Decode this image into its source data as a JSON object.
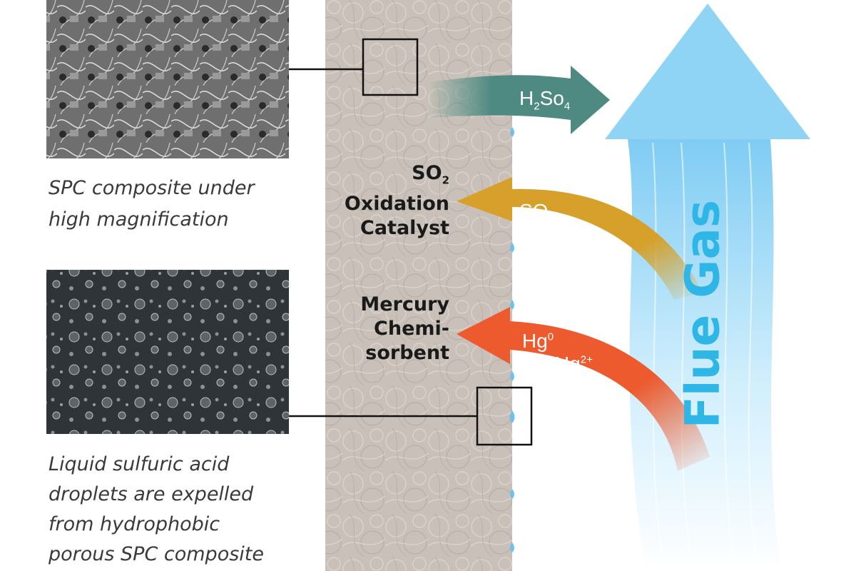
{
  "captions": {
    "top_line1": "SPC composite under",
    "top_line2": "high magnification",
    "bottom_line1": "Liquid sulfuric acid",
    "bottom_line2": "droplets are expelled",
    "bottom_line3": "from hydrophobic",
    "bottom_line4": "porous SPC composite"
  },
  "labels": {
    "so2_line1_main": "SO",
    "so2_line1_sub": "2",
    "oxidation": "Oxidation",
    "catalyst": "Catalyst",
    "mercury": "Mercury",
    "chemi": "Chemi-",
    "sorbent": "sorbent"
  },
  "arrows": {
    "h2so4": {
      "p1": "H",
      "s1": "2",
      "p2": "So",
      "s2": "4"
    },
    "so2": {
      "p1": "SO",
      "s1": "2"
    },
    "hg": {
      "a": "Hg",
      "a_sup": "0",
      "b": "Hg",
      "b_sup": "2+"
    }
  },
  "flue_gas": "Flue Gas",
  "colors": {
    "h2so4_arrow": "#4e8a82",
    "so2_arrow": "#d4a02c",
    "hg_arrow": "#ec5a2e",
    "flue_arrow": "#8fd3f5",
    "flue_text": "#2db6e6",
    "membrane": "#c8c0b8"
  },
  "icons": {
    "sem_image": "fibrous-micrograph-image",
    "droplet_image": "water-droplets-image"
  }
}
